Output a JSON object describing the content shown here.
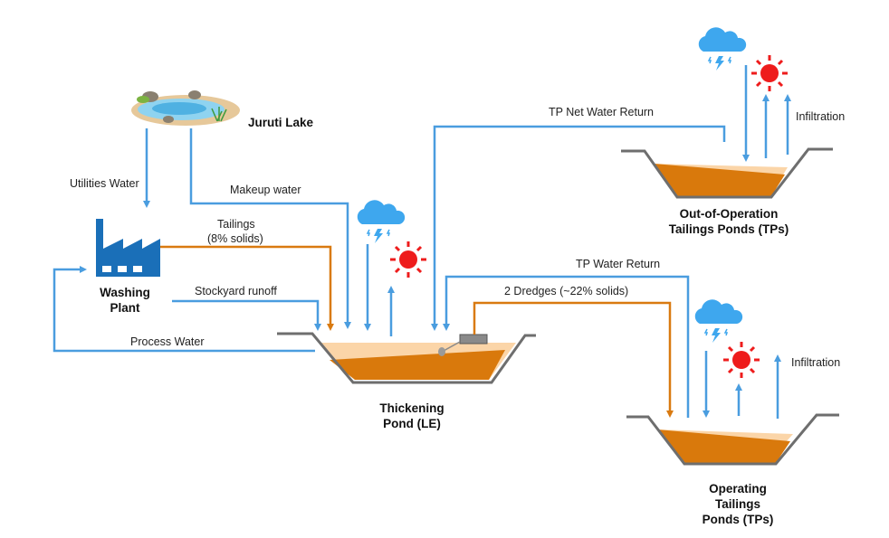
{
  "colors": {
    "water": "#4a9ddf",
    "tailings": "#d97a10",
    "sediment": "#d9790c",
    "surface_water": "#fbd5a8",
    "bank": "#6e6e6e",
    "factory": "#1a6fb8",
    "sun": "#ee1c1c",
    "cloud": "#3ea7ee"
  },
  "nodes": {
    "lake": {
      "label": "Juruti Lake"
    },
    "plant": {
      "label_line1": "Washing",
      "label_line2": "Plant"
    },
    "thickening": {
      "label_line1": "Thickening",
      "label_line2": "Pond (LE)"
    },
    "out_of_operation": {
      "label_line1": "Out-of-Operation",
      "label_line2": "Tailings  Ponds  (TPs)"
    },
    "operating": {
      "label_line1": "Operating",
      "label_line2": "Tailings",
      "label_line3": "Ponds  (TPs)"
    }
  },
  "flows": {
    "utilities_water": "Utilities Water",
    "makeup_water": "Makeup water",
    "tailings_line1": "Tailings",
    "tailings_line2": "(8% solids)",
    "stockyard_runoff": "Stockyard runoff",
    "process_water": "Process Water",
    "tp_net_water_return": "TP Net Water Return",
    "tp_water_return": "TP Water Return",
    "dredges": "2 Dredges (~22% solids)",
    "infiltration_oop": "Infiltration",
    "infiltration_op": "Infiltration"
  },
  "icons": [
    "lake-icon",
    "factory-icon",
    "rain-cloud-icon",
    "sun-icon",
    "dredge-icon"
  ]
}
